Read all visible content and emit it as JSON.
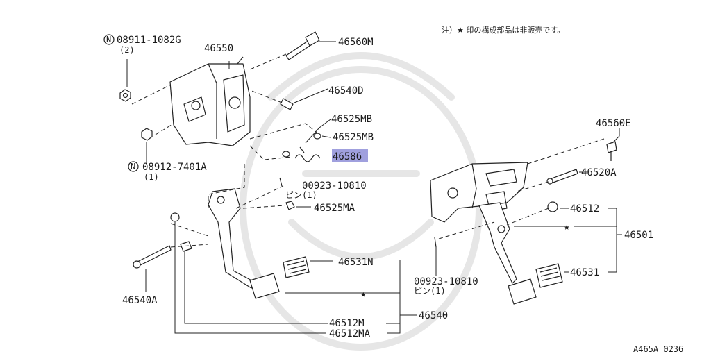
{
  "note": "注）★ 印の構成部品は非販売です。",
  "figure_code": "A465A 0236",
  "labels": {
    "p08911": "08911-1082G",
    "p08911_qty": "(2)",
    "p46550": "46550",
    "p46560M": "46560M",
    "p46540D": "46540D",
    "p46525MB_1": "46525MB",
    "p46525MB_2": "46525MB",
    "p46586": "46586",
    "p08912": "08912-7401A",
    "p08912_qty": "(1)",
    "p00923_left": "00923-10810",
    "pin_left": "ピン(1)",
    "p46525MA": "46525MA",
    "p46531N": "46531N",
    "p46540A": "46540A",
    "p46540": "46540",
    "p46512M": "46512M",
    "p46512MA": "46512MA",
    "p46560E": "46560E",
    "p46520A": "46520A",
    "p46512": "46512",
    "p46501": "46501",
    "p00923_right": "00923-10810",
    "pin_right": "ピン(1)",
    "p46531": "46531",
    "n_mark": "N",
    "star": "★"
  },
  "colors": {
    "highlight": "#8f8fd8",
    "ink": "#222222"
  }
}
